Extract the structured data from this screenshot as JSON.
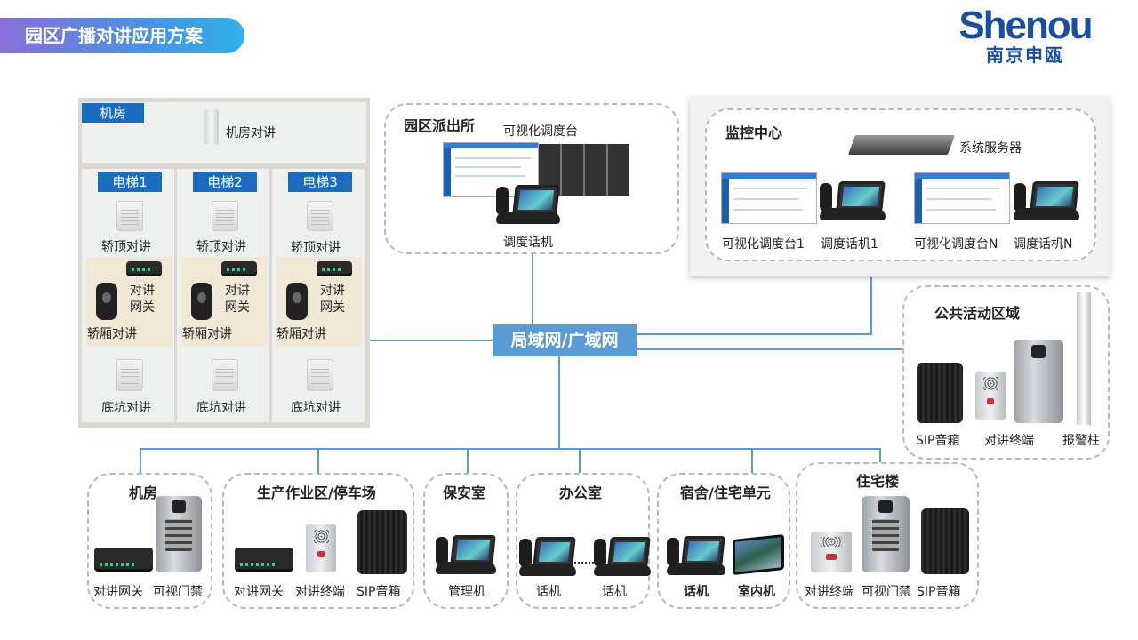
{
  "header": {
    "title": "园区广播对讲应用方案"
  },
  "logo": {
    "en": "Shenou",
    "cn": "南京申瓯"
  },
  "hub": {
    "label": "局域网/广域网"
  },
  "machine_room_top": {
    "tag": "机房",
    "device": "机房对讲",
    "elevators": [
      {
        "tag": "电梯1",
        "top": "轿顶对讲",
        "gateway": "对讲\n网关",
        "cabin": "轿厢对讲",
        "pit": "底坑对讲"
      },
      {
        "tag": "电梯2",
        "top": "轿顶对讲",
        "gateway": "对讲\n网关",
        "cabin": "轿厢对讲",
        "pit": "底坑对讲"
      },
      {
        "tag": "电梯3",
        "top": "轿顶对讲",
        "gateway": "对讲\n网关",
        "cabin": "轿厢对讲",
        "pit": "底坑对讲"
      }
    ]
  },
  "police": {
    "title": "园区派出所",
    "console": "可视化调度台",
    "phone": "调度话机"
  },
  "monitor": {
    "title": "监控中心",
    "server": "系统服务器",
    "labels": [
      "可视化调度台1",
      "调度话机1",
      "可视化调度台N",
      "调度话机N"
    ]
  },
  "public": {
    "title": "公共活动区域",
    "labels": [
      "SIP音箱",
      "对讲终端",
      "报警柱"
    ]
  },
  "bottom": [
    {
      "title": "机房",
      "labels": [
        "对讲网关",
        "可视门禁"
      ]
    },
    {
      "title": "生产作业区/停车场",
      "labels": [
        "对讲网关",
        "对讲终端",
        "SIP音箱"
      ]
    },
    {
      "title": "保安室",
      "labels": [
        "管理机"
      ]
    },
    {
      "title": "办公室",
      "labels": [
        "话机",
        "话机"
      ]
    },
    {
      "title": "宿舍/住宅单元",
      "labels": [
        "话机",
        "室内机"
      ]
    },
    {
      "title": "住宅楼",
      "labels": [
        "对讲终端",
        "可视门禁",
        "SIP音箱"
      ]
    }
  ],
  "colors": {
    "accent": "#5b9bd5",
    "tag": "#1a6cbf",
    "logo": "#1a4f9c"
  }
}
